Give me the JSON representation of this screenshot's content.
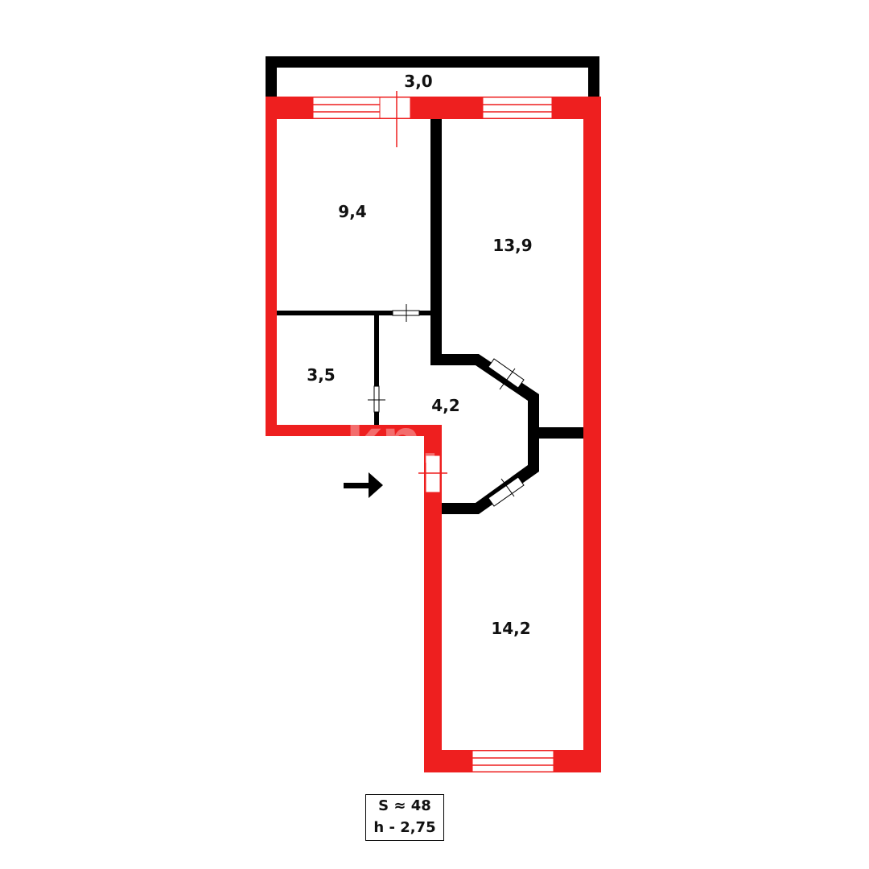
{
  "plan": {
    "colors": {
      "exterior_wall": "#ee1f1f",
      "interior_wall": "#000000",
      "background": "#ffffff"
    },
    "rooms": [
      {
        "name": "balcony",
        "area": "3,0"
      },
      {
        "name": "room-top-left",
        "area": "9,4"
      },
      {
        "name": "room-top-right",
        "area": "13,9"
      },
      {
        "name": "bathroom",
        "area": "3,5"
      },
      {
        "name": "hallway",
        "area": "4,2"
      },
      {
        "name": "room-bottom",
        "area": "14,2"
      }
    ],
    "entrance_icon": "arrow-right-icon",
    "watermark": "kn.kz"
  },
  "summary": {
    "total_area": "S ≈ 48",
    "ceiling_height": "h - 2,75"
  }
}
